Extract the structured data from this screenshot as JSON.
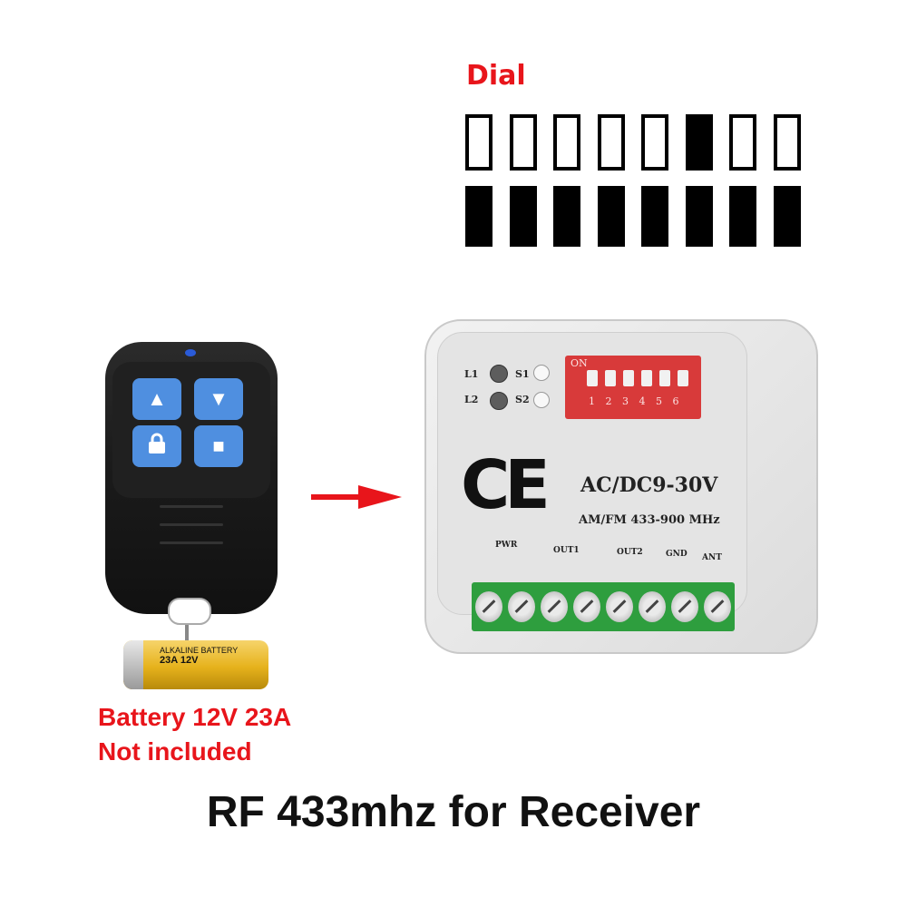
{
  "dial": {
    "label": "Dial",
    "switches": [
      false,
      false,
      false,
      false,
      false,
      true,
      false,
      false
    ]
  },
  "remote": {
    "buttons": [
      {
        "icon": "triangle-up-icon",
        "glyph": "▲"
      },
      {
        "icon": "triangle-down-icon",
        "glyph": "▼"
      },
      {
        "icon": "lock-icon",
        "glyph": "🔒"
      },
      {
        "icon": "square-stop-icon",
        "glyph": "■"
      }
    ],
    "button_color": "#4f8fe0"
  },
  "battery": {
    "label_line1": "ALKALINE BATTERY",
    "label_line2": "23A 12V",
    "caption_line1": "Battery 12V 23A",
    "caption_line2": "Not  included"
  },
  "receiver": {
    "leds": [
      "L1",
      "L2",
      "S1",
      "S2"
    ],
    "dip_label": "ON",
    "dip_numbers": "1 2 3 4 5 6",
    "ce_mark": "CE",
    "voltage": "AC/DC9-30V",
    "frequency": "AM/FM 433-900 MHz",
    "terminal_labels": [
      "PWR",
      "OUT1",
      "OUT2",
      "GND",
      "ANT"
    ]
  },
  "accent_red": "#e8151b",
  "title": "RF 433mhz for Receiver"
}
